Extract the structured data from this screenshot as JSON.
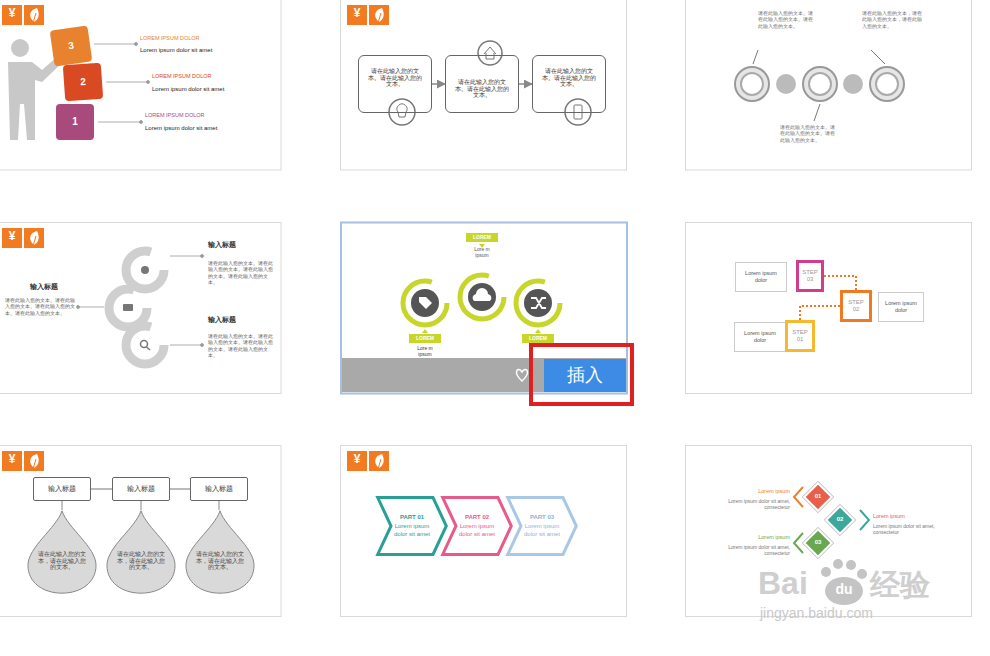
{
  "diagram": {
    "nodes": [
      {
        "text": [
          "3"
        ]
      },
      {
        "text": [
          "2"
        ]
      },
      {
        "text": [
          "1"
        ]
      },
      {
        "text": [
          "请在此输入您的文本。请在此输入您的文本。"
        ]
      },
      {
        "text": [
          "请在此输入您的文本。请在此输入您的文本。"
        ]
      },
      {
        "text": [
          "请在此输入您的文本。请在此输入您的文本。"
        ]
      },
      {
        "text": [
          "LOREM"
        ]
      },
      {
        "text": [
          "LOREM"
        ]
      },
      {
        "text": [
          "LOREM"
        ]
      },
      {
        "text": [
          "插入"
        ]
      },
      {
        "text": [
          "Lorem ipsum dolor"
        ]
      },
      {
        "text": [
          "STEP 03"
        ]
      },
      {
        "text": [
          "STEP 02"
        ]
      },
      {
        "text": [
          "Lorem ipsum dolor"
        ]
      },
      {
        "text": [
          "Lorem ipsum dolor"
        ]
      },
      {
        "text": [
          "STEP 01"
        ]
      },
      {
        "text": [
          "输入标题"
        ]
      },
      {
        "text": [
          "输入标题"
        ]
      },
      {
        "text": [
          "输入标题"
        ]
      },
      {
        "text": [
          "请在此输入您的文本，请在此输入您的文本。"
        ]
      },
      {
        "text": [
          "请在此输入您的文本，请在此输入您的文本。"
        ]
      },
      {
        "text": [
          "请在此输入您的文本，请在此输入您的文本。"
        ]
      },
      {
        "text": [
          "PART 01",
          "Lorem ipsum dolor sit amet"
        ]
      },
      {
        "text": [
          "PART 02",
          "Lorem ipsum dolor sit amet"
        ]
      },
      {
        "text": [
          "PART 03",
          "Lorem ipsum dolor sit amet"
        ]
      },
      {
        "text": [
          "01"
        ]
      },
      {
        "text": [
          "02"
        ]
      },
      {
        "text": [
          "03"
        ]
      }
    ],
    "edges": [
      {
        "from": 3,
        "to": 4,
        "arrow": "to"
      },
      {
        "from": 4,
        "to": 5,
        "arrow": "to"
      },
      {
        "from": 11,
        "to": 12,
        "arrow": "none"
      },
      {
        "from": 12,
        "to": 15,
        "arrow": "none"
      },
      {
        "from": 16,
        "to": 17,
        "arrow": "none"
      },
      {
        "from": 17,
        "to": 18,
        "arrow": "none"
      },
      {
        "from": 16,
        "to": 19,
        "arrow": "none"
      },
      {
        "from": 17,
        "to": 20,
        "arrow": "none"
      },
      {
        "from": 18,
        "to": 21,
        "arrow": "none"
      }
    ],
    "labels": [
      "¥",
      "LOREM IPSUM DOLOR",
      "Lorem ipsum dolor sit amet",
      "LOREM IPSUM DOLOR",
      "Lorem ipsum dolor sit amet",
      "LOREM IPSUM DOLOR",
      "Lorem ipsum dolor sit amet",
      "¥",
      "请在此输入您的文本。请在此输入您的文本。请在此输入您的文本。",
      "请在此输入您的文本，请在此输入您的文本，请在此输入您的文本。",
      "请在此输入您的文本。请在此输入您的文本。请在此输入您的文本。",
      "¥",
      "输入标题",
      "请在此输入您的文本。请在此输入您的文本。请在此输入您的文本。请在此输入您的文本。",
      "输入标题",
      "请在此输入您的文本。请在此输入您的文本。请在此输入您的文本。请在此输入您的文本。",
      "输入标题",
      "请在此输入您的文本。请在此输入您的文本。请在此输入您的文本。请在此输入您的文本。",
      "Lore m ipsum",
      "Lore m ipsum",
      "¥",
      "¥",
      "Lorem ipsum",
      "Lorem ipsum dolor sit amet, consectetur",
      "Lorem ipsum",
      "Lorem ipsum dolor sit amet, consectetur",
      "Lorem ipsum",
      "Lorem ipsum dolor sit amet, consectetur",
      "Bai",
      "du",
      "经验",
      "jingyan.baidu.com"
    ]
  }
}
